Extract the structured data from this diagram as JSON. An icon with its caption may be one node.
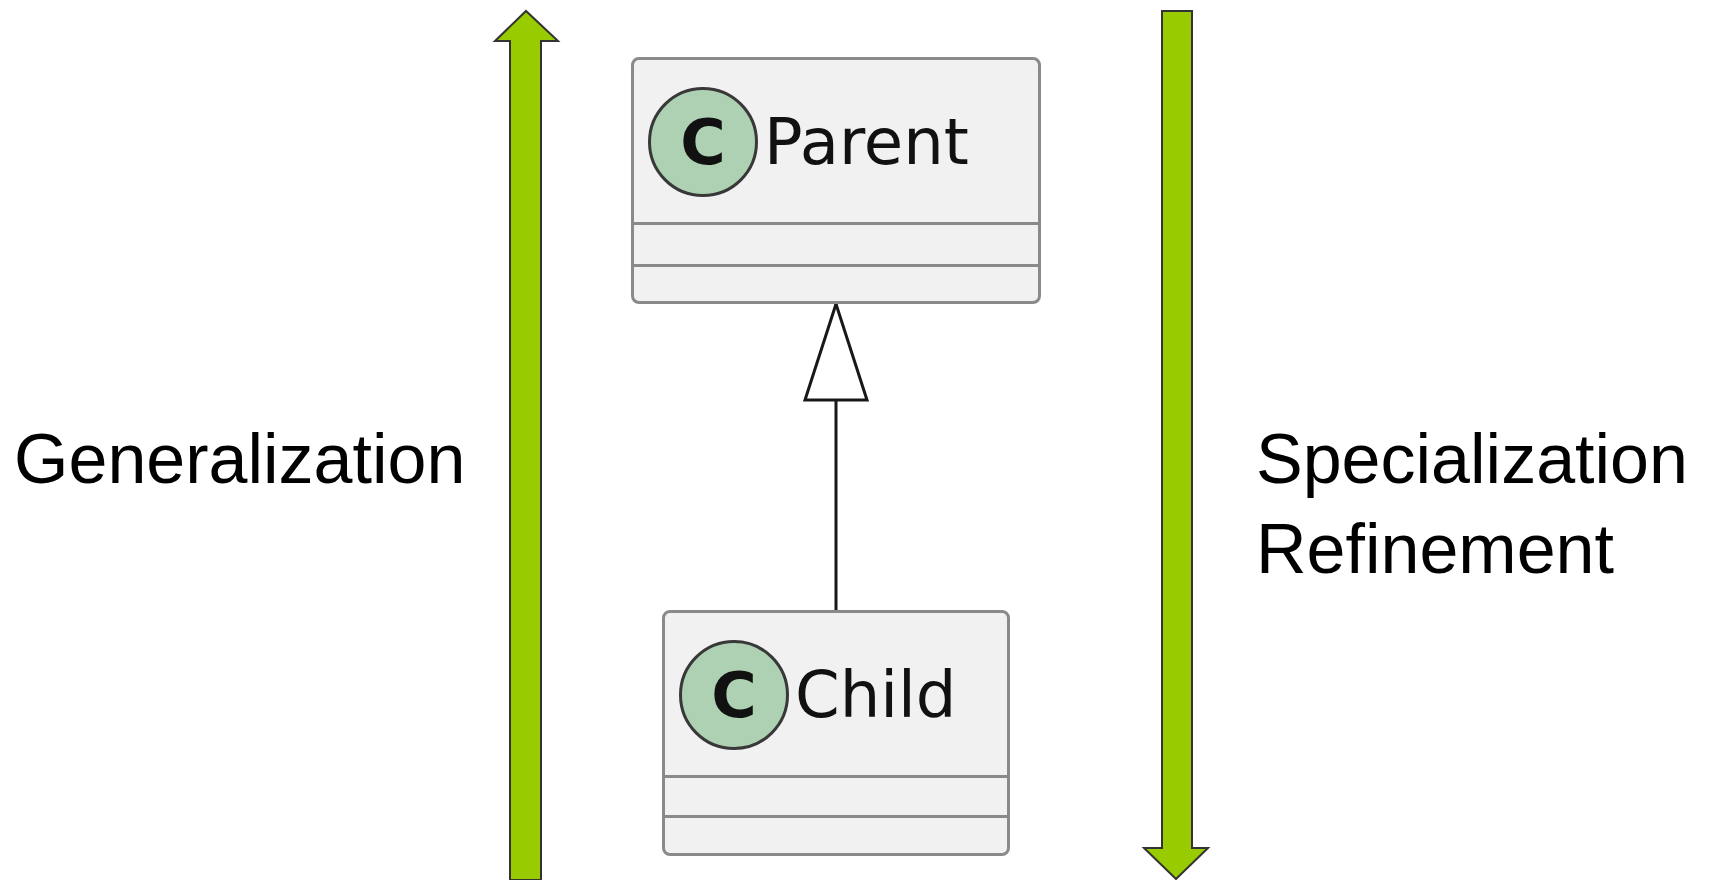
{
  "diagram": {
    "nodes": [
      {
        "text": [
          "C",
          "Parent"
        ]
      },
      {
        "text": [
          "C",
          "Child"
        ]
      }
    ],
    "edges": [
      {
        "from": 1,
        "to": 0,
        "arrow": "to"
      }
    ],
    "labels": [
      "Generalization",
      "Specialization",
      "Refinement"
    ]
  }
}
